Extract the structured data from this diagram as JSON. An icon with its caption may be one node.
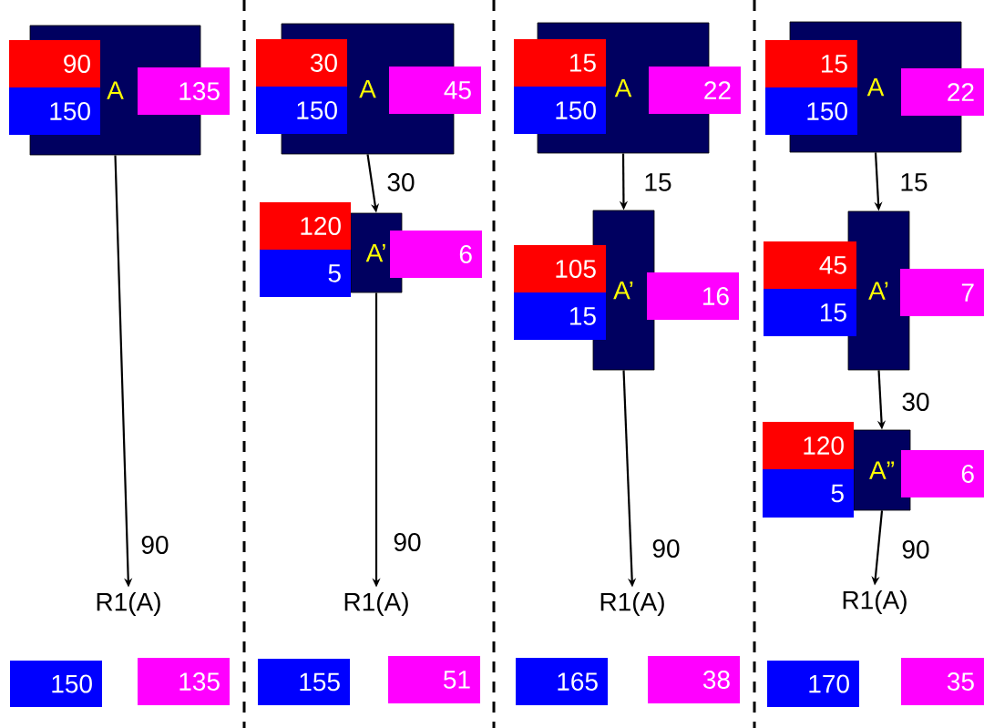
{
  "diagram": {
    "nodes": [
      {
        "text": [
          "A"
        ]
      },
      {
        "text": [
          "90"
        ]
      },
      {
        "text": [
          "150"
        ]
      },
      {
        "text": [
          "135"
        ]
      },
      {
        "text": [
          "R1(A)"
        ]
      },
      {
        "text": [
          "150"
        ]
      },
      {
        "text": [
          "135"
        ]
      },
      {
        "text": [
          "A"
        ]
      },
      {
        "text": [
          "30"
        ]
      },
      {
        "text": [
          "150"
        ]
      },
      {
        "text": [
          "45"
        ]
      },
      {
        "text": [
          "A’"
        ]
      },
      {
        "text": [
          "120"
        ]
      },
      {
        "text": [
          "5"
        ]
      },
      {
        "text": [
          "6"
        ]
      },
      {
        "text": [
          "R1(A)"
        ]
      },
      {
        "text": [
          "155"
        ]
      },
      {
        "text": [
          "51"
        ]
      },
      {
        "text": [
          "A"
        ]
      },
      {
        "text": [
          "15"
        ]
      },
      {
        "text": [
          "150"
        ]
      },
      {
        "text": [
          "22"
        ]
      },
      {
        "text": [
          "A’"
        ]
      },
      {
        "text": [
          "105"
        ]
      },
      {
        "text": [
          "15"
        ]
      },
      {
        "text": [
          "16"
        ]
      },
      {
        "text": [
          "R1(A)"
        ]
      },
      {
        "text": [
          "165"
        ]
      },
      {
        "text": [
          "38"
        ]
      },
      {
        "text": [
          "A"
        ]
      },
      {
        "text": [
          "15"
        ]
      },
      {
        "text": [
          "150"
        ]
      },
      {
        "text": [
          "22"
        ]
      },
      {
        "text": [
          "A’"
        ]
      },
      {
        "text": [
          "45"
        ]
      },
      {
        "text": [
          "15"
        ]
      },
      {
        "text": [
          "7"
        ]
      },
      {
        "text": [
          "A”"
        ]
      },
      {
        "text": [
          "120"
        ]
      },
      {
        "text": [
          "5"
        ]
      },
      {
        "text": [
          "6"
        ]
      },
      {
        "text": [
          "R1(A)"
        ]
      },
      {
        "text": [
          "170"
        ]
      },
      {
        "text": [
          "35"
        ]
      }
    ],
    "edges": [
      {
        "from": 0,
        "to": 4,
        "arrow": "to",
        "label": "90"
      },
      {
        "from": 7,
        "to": 11,
        "arrow": "to",
        "label": "30"
      },
      {
        "from": 11,
        "to": 15,
        "arrow": "to",
        "label": "90"
      },
      {
        "from": 18,
        "to": 22,
        "arrow": "to",
        "label": "15"
      },
      {
        "from": 22,
        "to": 26,
        "arrow": "to",
        "label": "90"
      },
      {
        "from": 29,
        "to": 33,
        "arrow": "to",
        "label": "15"
      },
      {
        "from": 33,
        "to": 37,
        "arrow": "to",
        "label": "30"
      },
      {
        "from": 37,
        "to": 41,
        "arrow": "to",
        "label": "90"
      }
    ]
  }
}
